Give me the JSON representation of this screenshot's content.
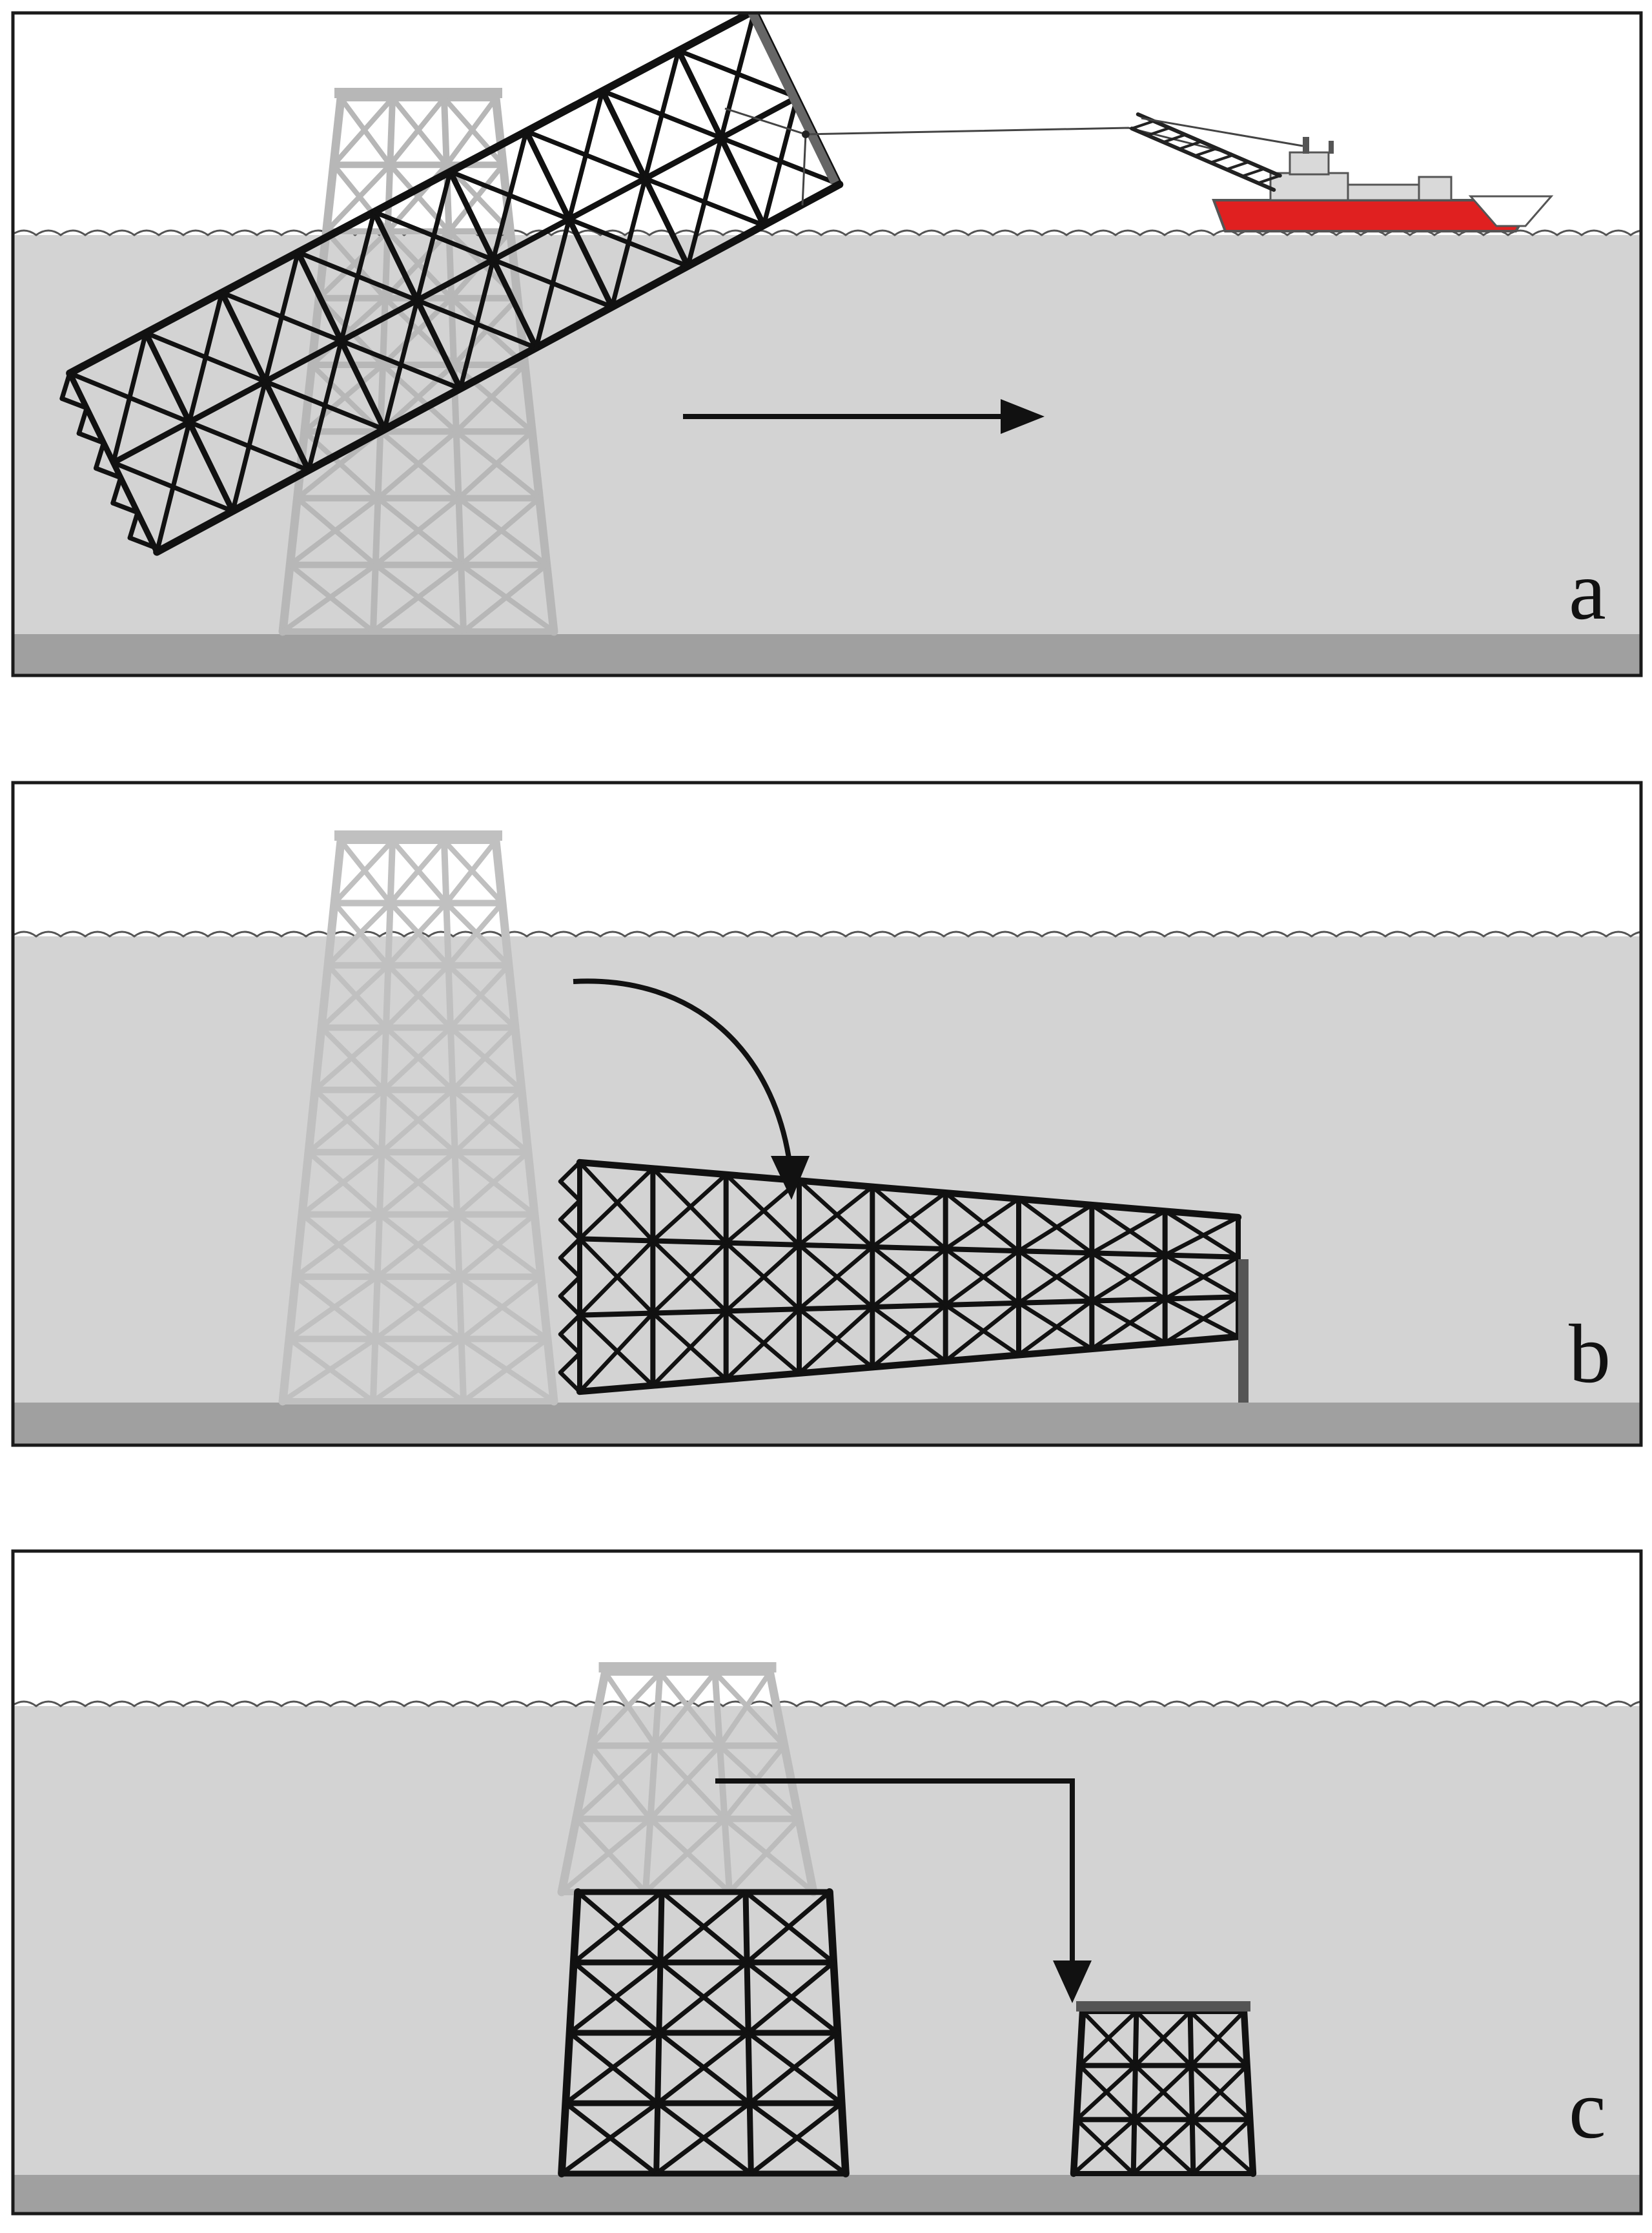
{
  "panels": [
    {
      "id": "a",
      "label": "a",
      "scenario": "tow"
    },
    {
      "id": "b",
      "label": "b",
      "scenario": "topple"
    },
    {
      "id": "c",
      "label": "c",
      "scenario": "partial"
    }
  ],
  "colors": {
    "sky": "#ffffff",
    "water": "#d3d3d3",
    "seabed": "#a0a0a0",
    "frame": "#1a1a1a",
    "ghost_structure": "#b7b7b7",
    "submerged_ghost": "#c4c4c4",
    "dark_structure": "#111111",
    "vessel_hull": "#e02020",
    "vessel_superstructure": "#d9d9d9"
  }
}
